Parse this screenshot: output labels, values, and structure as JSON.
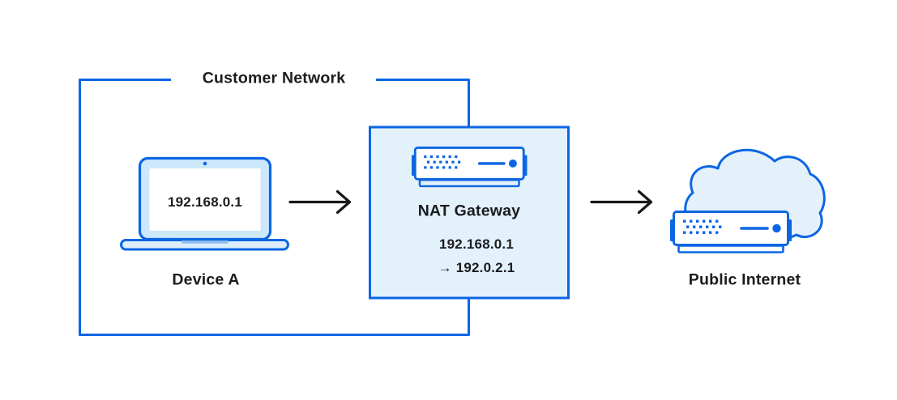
{
  "diagram_title": "NAT Gateway network diagram",
  "customer_network": {
    "label": "Customer Network"
  },
  "device_a": {
    "ip": "192.168.0.1",
    "label": "Device A"
  },
  "nat_gateway": {
    "label": "NAT Gateway",
    "translation_from": "192.168.0.1",
    "translation_to": "→ 192.0.2.1"
  },
  "public_internet": {
    "label": "Public Internet"
  },
  "icons": {
    "device_a": "laptop-icon",
    "nat_gateway": "router-icon",
    "public_internet": "cloud-with-router-icon",
    "flow": "arrow-right-icon"
  },
  "colors": {
    "stroke_blue": "#0c66e4",
    "fill_light_blue": "#e3f1fb",
    "laptop_bezel_blue": "#cde8fb",
    "text_dark": "#1b1c1f",
    "arrow_black": "#17181a",
    "background": "#ffffff"
  }
}
